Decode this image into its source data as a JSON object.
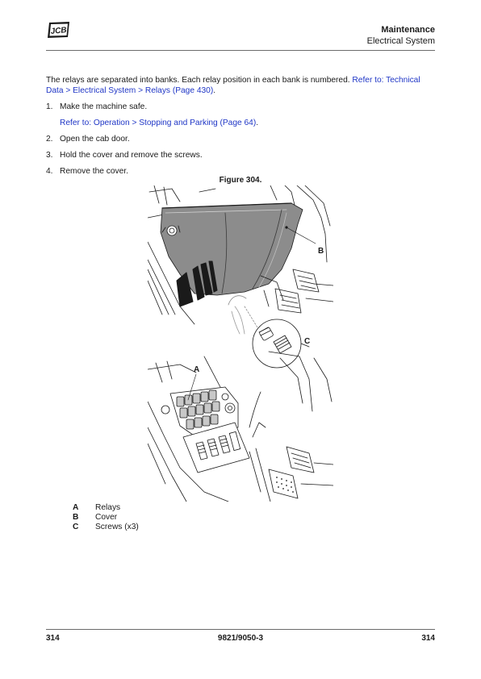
{
  "brand": {
    "logo_text": "JCB",
    "logo_color": "#1a1a1a"
  },
  "header": {
    "title": "Maintenance",
    "subtitle": "Electrical System"
  },
  "intro": {
    "text": "The relays are separated into banks. Each relay position in each bank is numbered. ",
    "link": "Refer to: Technical Data > Electrical System > Relays (Page 430)",
    "end": "."
  },
  "steps": [
    {
      "num": "1.",
      "text": "Make the machine safe.",
      "sub_link": "Refer to: Operation > Stopping and Parking (Page 64)",
      "sub_end": "."
    },
    {
      "num": "2.",
      "text": "Open the cab door."
    },
    {
      "num": "3.",
      "text": "Hold the cover and remove the screws."
    },
    {
      "num": "4.",
      "text": "Remove the cover."
    }
  ],
  "figure": {
    "caption": "Figure 304.",
    "callouts": {
      "a": "A",
      "b": "B",
      "c": "C"
    }
  },
  "legend": [
    {
      "key": "A",
      "label": "Relays"
    },
    {
      "key": "B",
      "label": "Cover"
    },
    {
      "key": "C",
      "label": "Screws (x3)"
    }
  ],
  "footer": {
    "page_left": "314",
    "doc_code": "9821/9050-3",
    "page_right": "314"
  },
  "colors": {
    "link": "#1f36c6",
    "cover_fill": "#8c8c8c",
    "text": "#1a1a1a"
  }
}
